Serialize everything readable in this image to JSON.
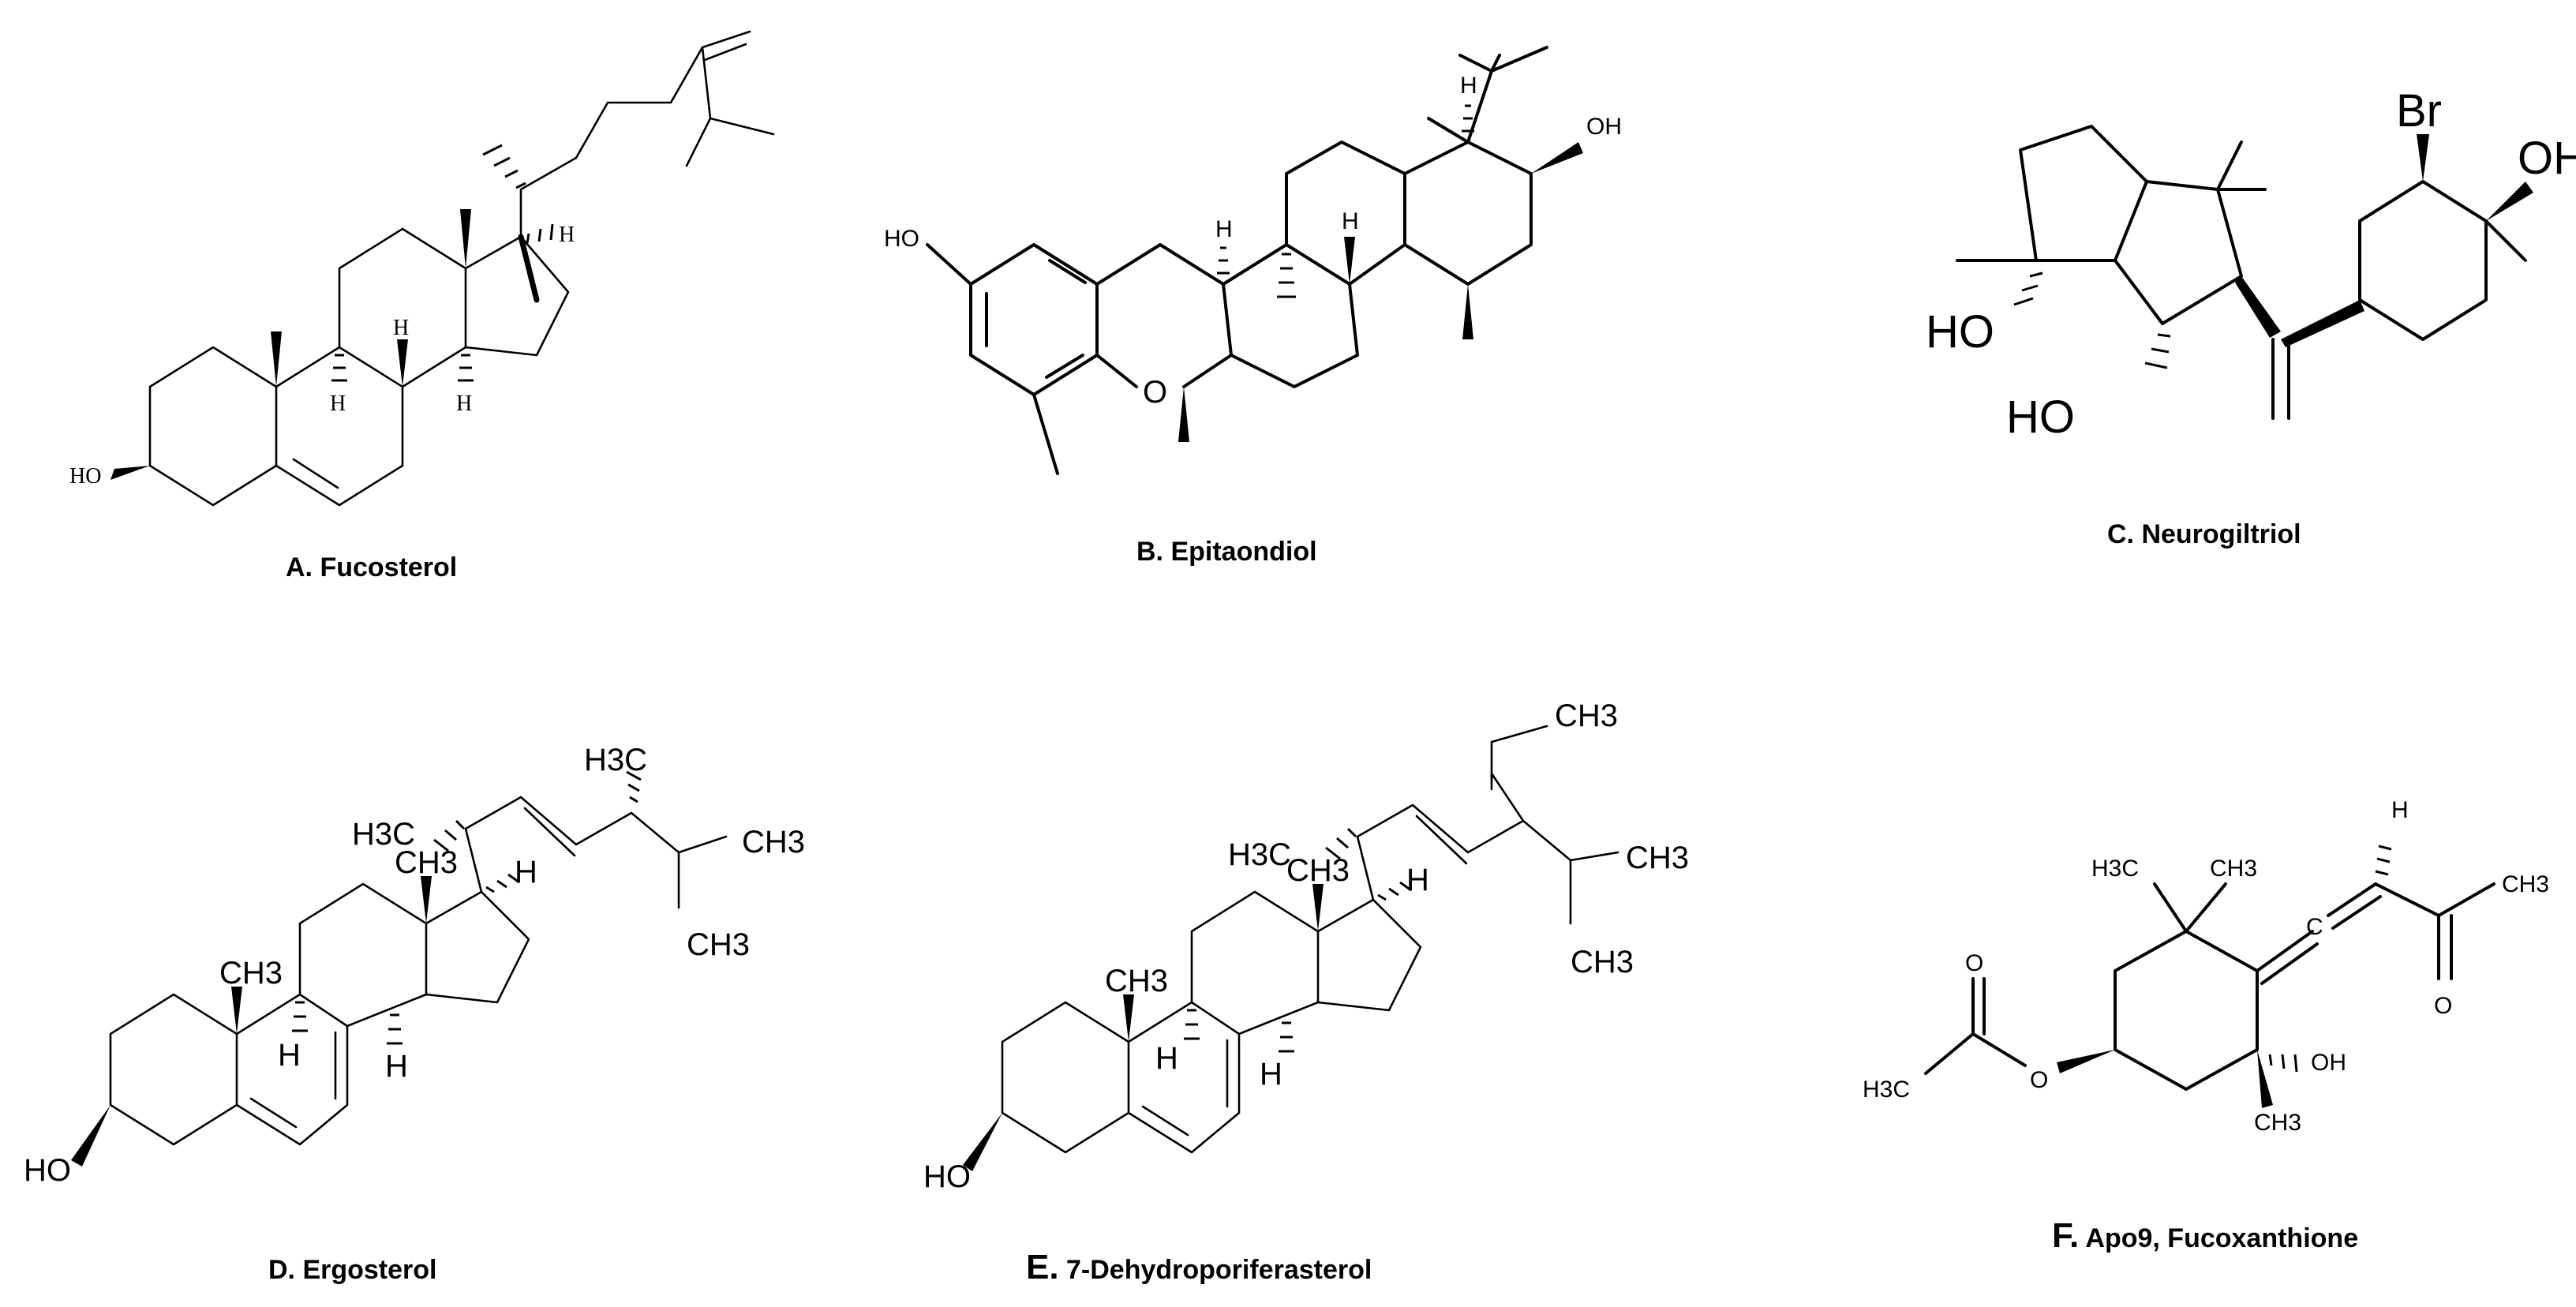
{
  "figure": {
    "panels": [
      {
        "id": "A",
        "caption": "A. Fucosterol",
        "atoms": {
          "hydroxyl": "HO",
          "h_top": "H",
          "h1": "H",
          "h2": "H",
          "h3": "H"
        }
      },
      {
        "id": "B",
        "caption": "B. Epitaondiol",
        "atoms": {
          "hydroxyl_left": "HO",
          "hydroxyl_right": "OH",
          "oxygen": "O",
          "h1": "H",
          "h2": "H",
          "h3": "H"
        }
      },
      {
        "id": "C",
        "caption": "C. Neurogiltriol",
        "atoms": {
          "bromine": "Br",
          "hydroxyl_right": "OH",
          "hydroxyl_left": "HO",
          "hydroxyl_bottom": "HO"
        }
      },
      {
        "id": "D",
        "caption": "D. Ergosterol",
        "atoms": {
          "hydroxyl": "HO",
          "ch3_top": "H3C",
          "ch3_iso_top": "H3C",
          "ch3_right": "CH3",
          "ch3_bottom": "CH3",
          "ch3_c13": "CH3",
          "ch3_c10": "CH3",
          "h17": "H",
          "h9": "H",
          "h14": "H"
        }
      },
      {
        "id": "E",
        "caption_letter": "E.",
        "caption_text": " 7-Dehydroporiferasterol",
        "atoms": {
          "hydroxyl": "HO",
          "ch3_ethyl": "CH3",
          "ch3_left": "H3C",
          "ch3_right": "CH3",
          "ch3_bottom": "CH3",
          "ch3_c13": "CH3",
          "ch3_c10": "CH3",
          "h17": "H",
          "h9": "H",
          "h14": "H"
        }
      },
      {
        "id": "F",
        "caption_letter": "F.",
        "caption_text": " Apo9, Fucoxanthione",
        "atoms": {
          "h_top": "H",
          "ch3_acetyl": "CH3",
          "h3c_left": "H3C",
          "ch3_gem": "CH3",
          "carbonyl_o": "O",
          "allene_c": "C",
          "ester_o_top": "O",
          "ester_o": "O",
          "h3c_ester": "H3C",
          "oh": "OH",
          "ch3_bottom": "CH3"
        }
      }
    ]
  }
}
